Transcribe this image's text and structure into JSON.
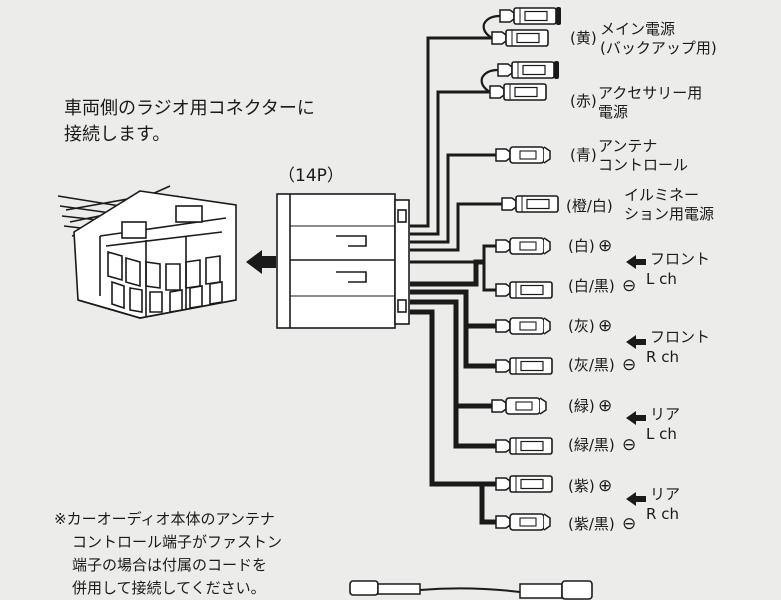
{
  "intro": [
    "車両側のラジオ用コネクターに",
    "接続します。"
  ],
  "connector_label": "（14P）",
  "leads": [
    {
      "color": "(黄)",
      "name": [
        "メイン電源",
        "(バックアップ用)"
      ]
    },
    {
      "color": "(赤)",
      "name": [
        "アクセサリー用",
        "電源"
      ]
    },
    {
      "color": "(青)",
      "name": [
        "アンテナ",
        "コントロール"
      ]
    },
    {
      "color": "(橙/白)",
      "name": [
        "イルミネー",
        "ション用電源"
      ]
    }
  ],
  "speakers": [
    {
      "plus": "(白)",
      "minus": "(白/黒)",
      "group": [
        "フロント",
        "L ch"
      ]
    },
    {
      "plus": "(灰)",
      "minus": "(灰/黒)",
      "group": [
        "フロント",
        "R ch"
      ]
    },
    {
      "plus": "(緑)",
      "minus": "(緑/黒)",
      "group": [
        "リア",
        "L ch"
      ]
    },
    {
      "plus": "(紫)",
      "minus": "(紫/黒)",
      "group": [
        "リア",
        "R ch"
      ]
    }
  ],
  "plus_symbol": "⊕",
  "minus_symbol": "⊖",
  "note": [
    "※カーオーディオ本体のアンテナ",
    "コントロール端子がファストン",
    "端子の場合は付属のコードを",
    "併用して接続してください。"
  ]
}
